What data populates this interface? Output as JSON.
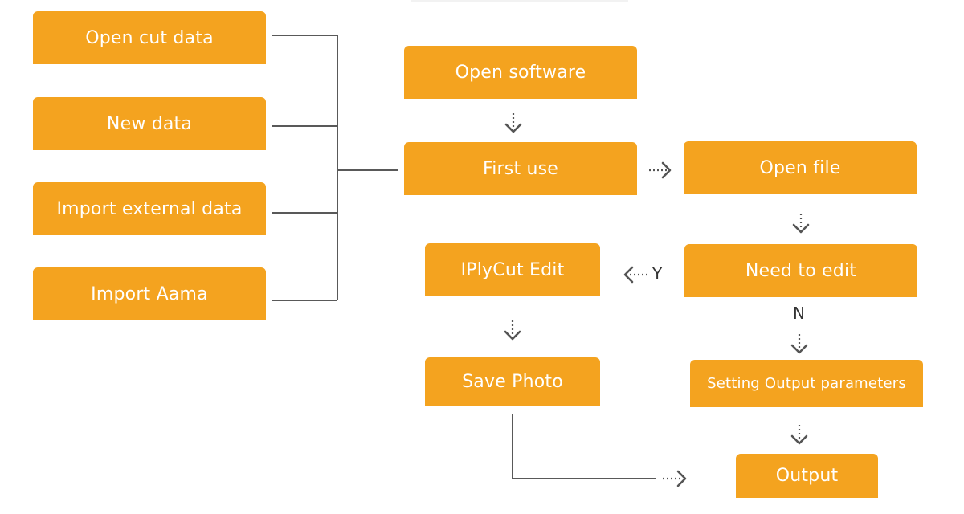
{
  "sources": {
    "open_cut_data": "Open cut data",
    "new_data": "New data",
    "import_external_data": "Import external data",
    "import_aama": "Import Aama"
  },
  "flow": {
    "open_software": "Open software",
    "first_use": "First use",
    "open_file": "Open file",
    "need_to_edit": "Need to edit",
    "iplycut_edit": "IPlyCut Edit",
    "save_photo": "Save Photo",
    "setting_output_parameters": "Setting Output parameters",
    "output": "Output"
  },
  "branch_labels": {
    "yes": "Y",
    "no": "N"
  },
  "colors": {
    "box_fill": "#f4a31f",
    "box_text": "#ffffff",
    "connector": "#595959",
    "arrow": "#555555"
  }
}
